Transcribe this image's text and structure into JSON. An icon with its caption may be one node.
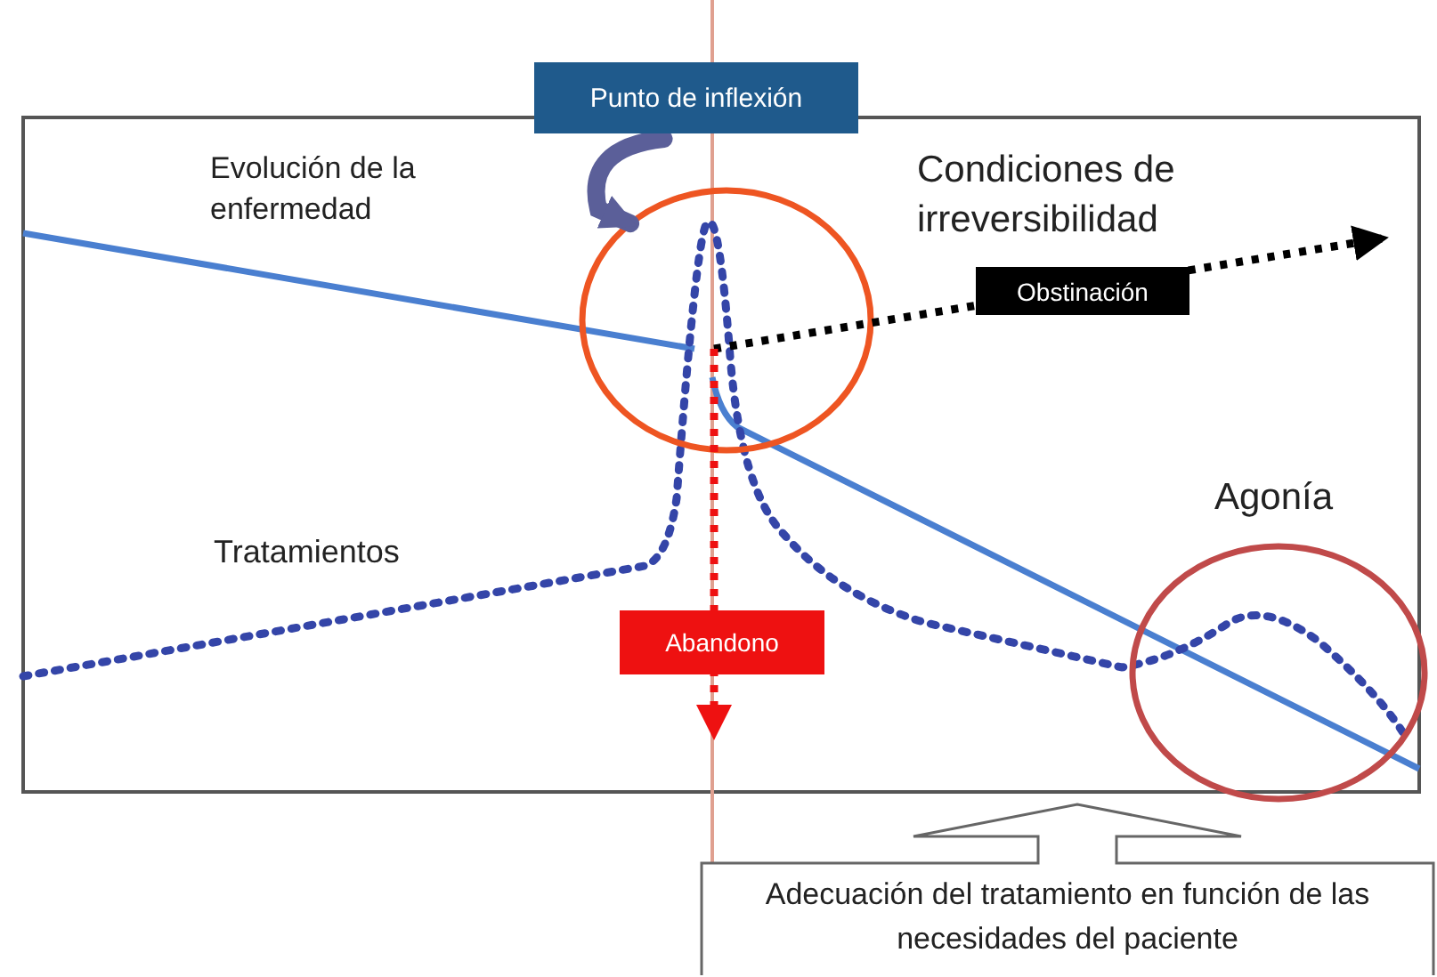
{
  "diagram": {
    "nodes": [
      {
        "text": [
          "Punto de inflexión"
        ]
      },
      {
        "text": [],
        "shape": "circle"
      },
      {
        "text": [
          "Agonía"
        ]
      },
      {
        "text": [
          "Adecuación del tratamiento en función de las necesidades del paciente"
        ]
      }
    ],
    "edges": [
      {
        "from": 0,
        "to": 1,
        "arrow": "to",
        "style": "thick",
        "color": "#5b5f99"
      },
      {
        "from": 1,
        "to": null,
        "arrow": "to",
        "style": "dashed",
        "color": "#000000",
        "label": "Obstinación"
      },
      {
        "from": 1,
        "to": null,
        "arrow": "to",
        "style": "dashed",
        "color": "#ee1111",
        "label": "Abandono"
      }
    ],
    "labels": [
      "Evolución de la enfermedad",
      "Condiciones de irreversibilidad",
      "Tratamientos"
    ]
  }
}
